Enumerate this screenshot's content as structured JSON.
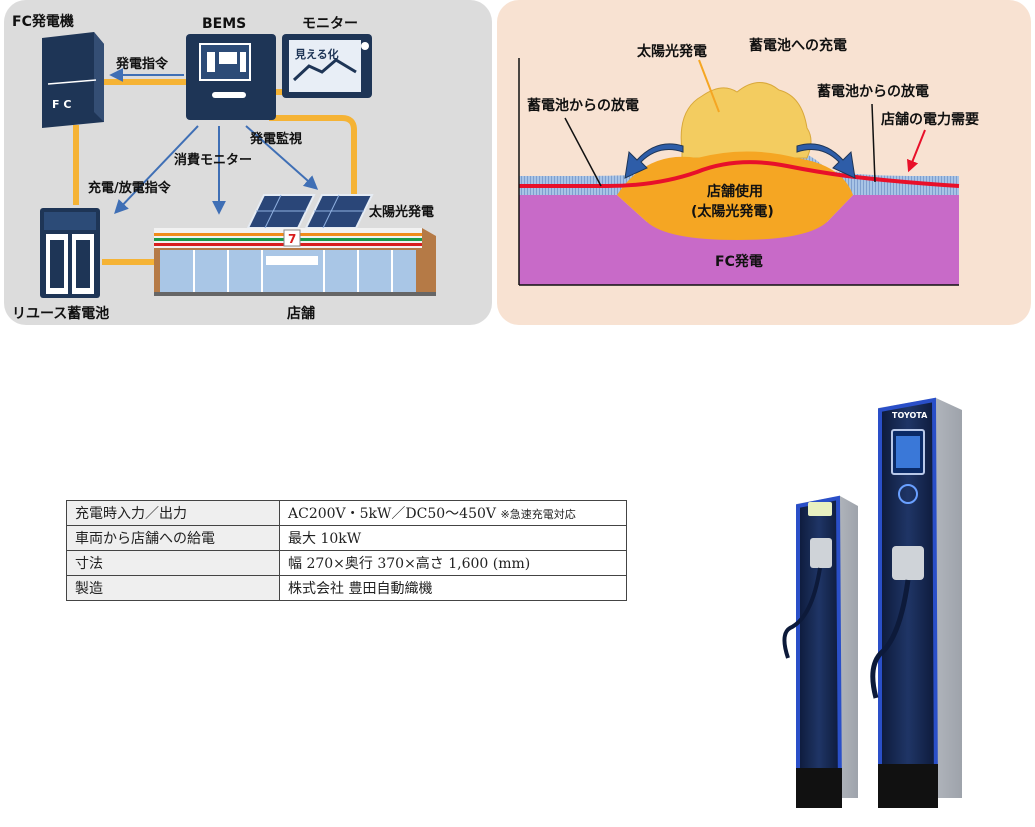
{
  "system_diagram": {
    "fc_generator": "FC発電機",
    "fc_box": "F C",
    "bems": "BEMS",
    "monitor": "モニター",
    "monitor_screen": "見える化",
    "generation_command": "発電指令",
    "generation_monitoring": "発電監視",
    "consumption_monitor": "消費モニター",
    "charge_discharge_command": "充電/放電指令",
    "solar_power": "太陽光発電",
    "reuse_battery": "リユース蓄電池",
    "store": "店舗",
    "store_sign": "7"
  },
  "energy_chart": {
    "solar_power": "太陽光発電",
    "battery_charge": "蓄電池への充電",
    "battery_discharge_left": "蓄電池からの放電",
    "battery_discharge_right": "蓄電池からの放電",
    "store_demand": "店舗の電力需要",
    "store_use_line1": "店舗使用",
    "store_use_line2": "(太陽光発電)",
    "fc_power": "FC発電"
  },
  "spec_table": {
    "rows": [
      {
        "label": "充電時入力／出力",
        "value": "AC200V・5kW／DC50～450V",
        "note": "※急速充電対応"
      },
      {
        "label": "車両から店舗への給電",
        "value": "最大 10kW",
        "note": ""
      },
      {
        "label": "寸法",
        "value": "幅 270×奥行 370×高さ 1,600 (mm)",
        "note": ""
      },
      {
        "label": "製造",
        "value": "株式会社 豊田自動織機",
        "note": ""
      }
    ]
  },
  "charger_photo": {
    "brand": "TOYOTA"
  },
  "colors": {
    "connection_line": "#f5b335",
    "arrow_blue": "#3f6fb5",
    "navy": "#1e3556",
    "fc_purple": "#c86ac8",
    "solar_orange": "#f5a623",
    "battery_blue": "#a8c4e6",
    "demand_red": "#e8102a",
    "charger_blue": "#2a4fc8"
  }
}
